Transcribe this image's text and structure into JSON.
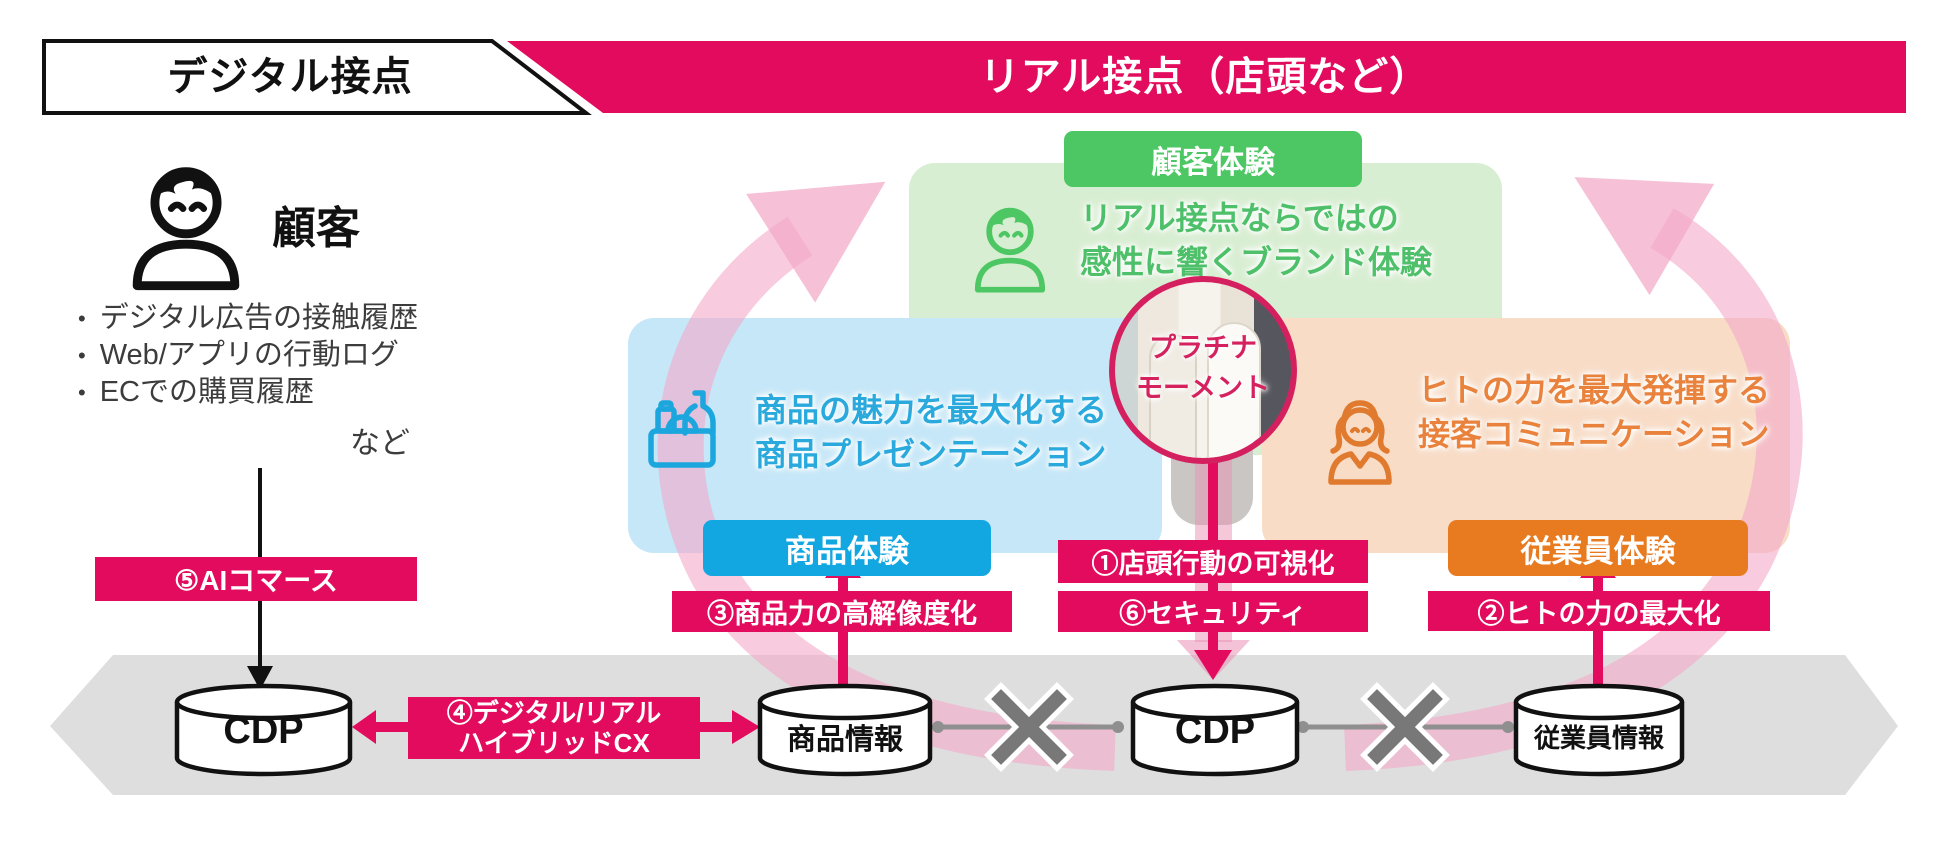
{
  "header": {
    "digital_label": "デジタル接点",
    "real_label": "リアル接点（店頭など）"
  },
  "customer": {
    "title": "顧客",
    "bullets": [
      "デジタル広告の接触履歴",
      "Web/アプリの行動ログ",
      "ECでの購買履歴"
    ],
    "etc": "など"
  },
  "experiences": {
    "customer": {
      "label": "顧客体験",
      "desc_line1": "リアル接点ならではの",
      "desc_line2": "感性に響くブランド体験"
    },
    "product": {
      "label": "商品体験",
      "desc_line1": "商品の魅力を最大化する",
      "desc_line2": "商品プレゼンテーション"
    },
    "employee": {
      "label": "従業員体験",
      "desc_line1": "ヒトの力を最大発揮する",
      "desc_line2": "接客コミュニケーション"
    }
  },
  "platinum_moment": {
    "line1": "プラチナ",
    "line2": "モーメント"
  },
  "measures": {
    "m1": "①店頭行動の可視化",
    "m2": "②ヒトの力の最大化",
    "m3": "③商品力の高解像度化",
    "m4_line1": "④デジタル/リアル",
    "m4_line2": "ハイブリッドCX",
    "m5": "⑤AIコマース",
    "m6": "⑥セキュリティ"
  },
  "datastores": {
    "cdp_left": "CDP",
    "product_info": "商品情報",
    "cdp_center": "CDP",
    "employee_info": "従業員情報"
  },
  "colors": {
    "pink_primary": "#e30b5d",
    "pink_translucent": "#f2a9c6",
    "green_label": "#4cc763",
    "green_panel": "#d8eed2",
    "blue_label": "#13a7e1",
    "blue_panel": "#c5e7f8",
    "orange_label": "#e87a1f",
    "orange_panel": "#f8dcc6",
    "gray_band": "#dedede",
    "gray_cross": "#787878"
  }
}
